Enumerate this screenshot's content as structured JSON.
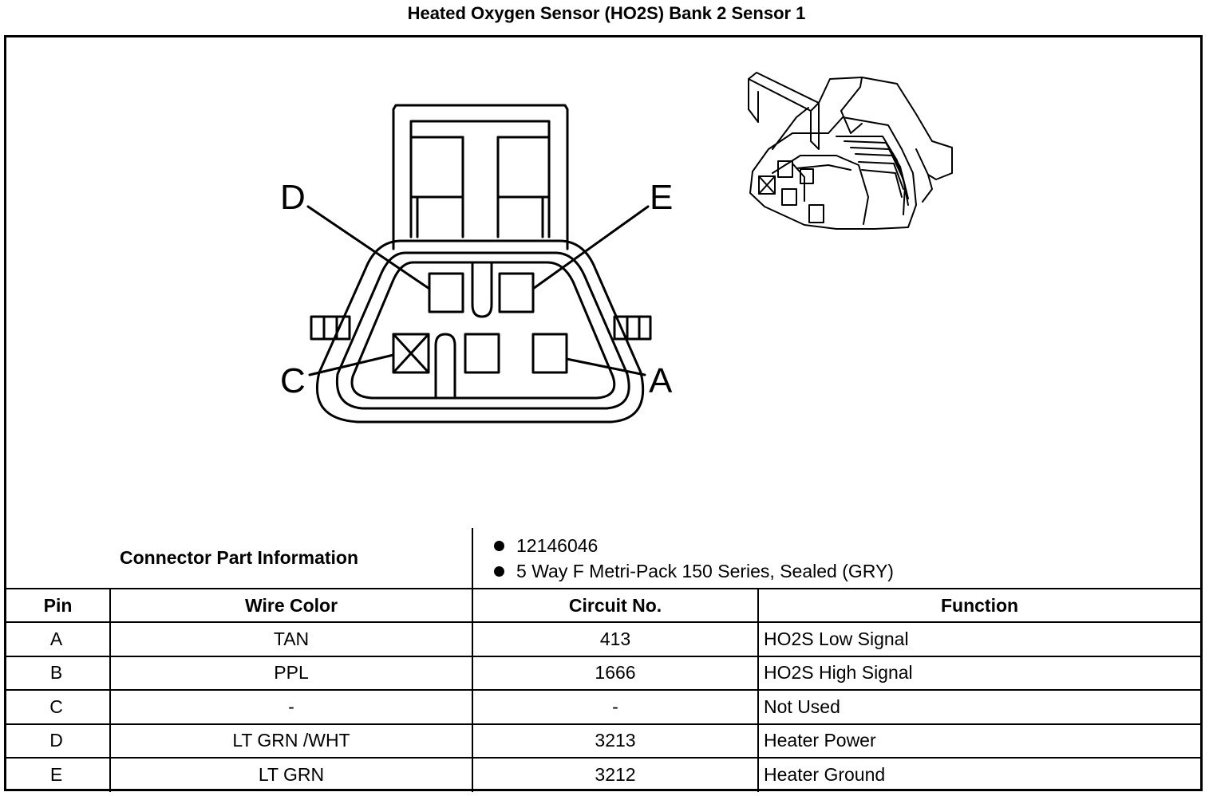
{
  "title": "Heated Oxygen Sensor (HO2S) Bank 2 Sensor 1",
  "diagram": {
    "pin_labels": [
      "D",
      "E",
      "C",
      "A"
    ],
    "colors": {
      "line": "#000000",
      "background": "#ffffff"
    }
  },
  "connector_part_information": {
    "label": "Connector Part Information",
    "items": [
      "12146046",
      "5 Way F Metri-Pack 150 Series, Sealed (GRY)"
    ]
  },
  "pin_table": {
    "headers": [
      "Pin",
      "Wire Color",
      "Circuit No.",
      "Function"
    ],
    "rows": [
      [
        "A",
        "TAN",
        "413",
        "HO2S Low Signal"
      ],
      [
        "B",
        "PPL",
        "1666",
        "HO2S High Signal"
      ],
      [
        "C",
        "-",
        "-",
        "Not Used"
      ],
      [
        "D",
        "LT GRN /WHT",
        "3213",
        "Heater Power"
      ],
      [
        "E",
        "LT GRN",
        "3212",
        "Heater Ground"
      ]
    ]
  }
}
